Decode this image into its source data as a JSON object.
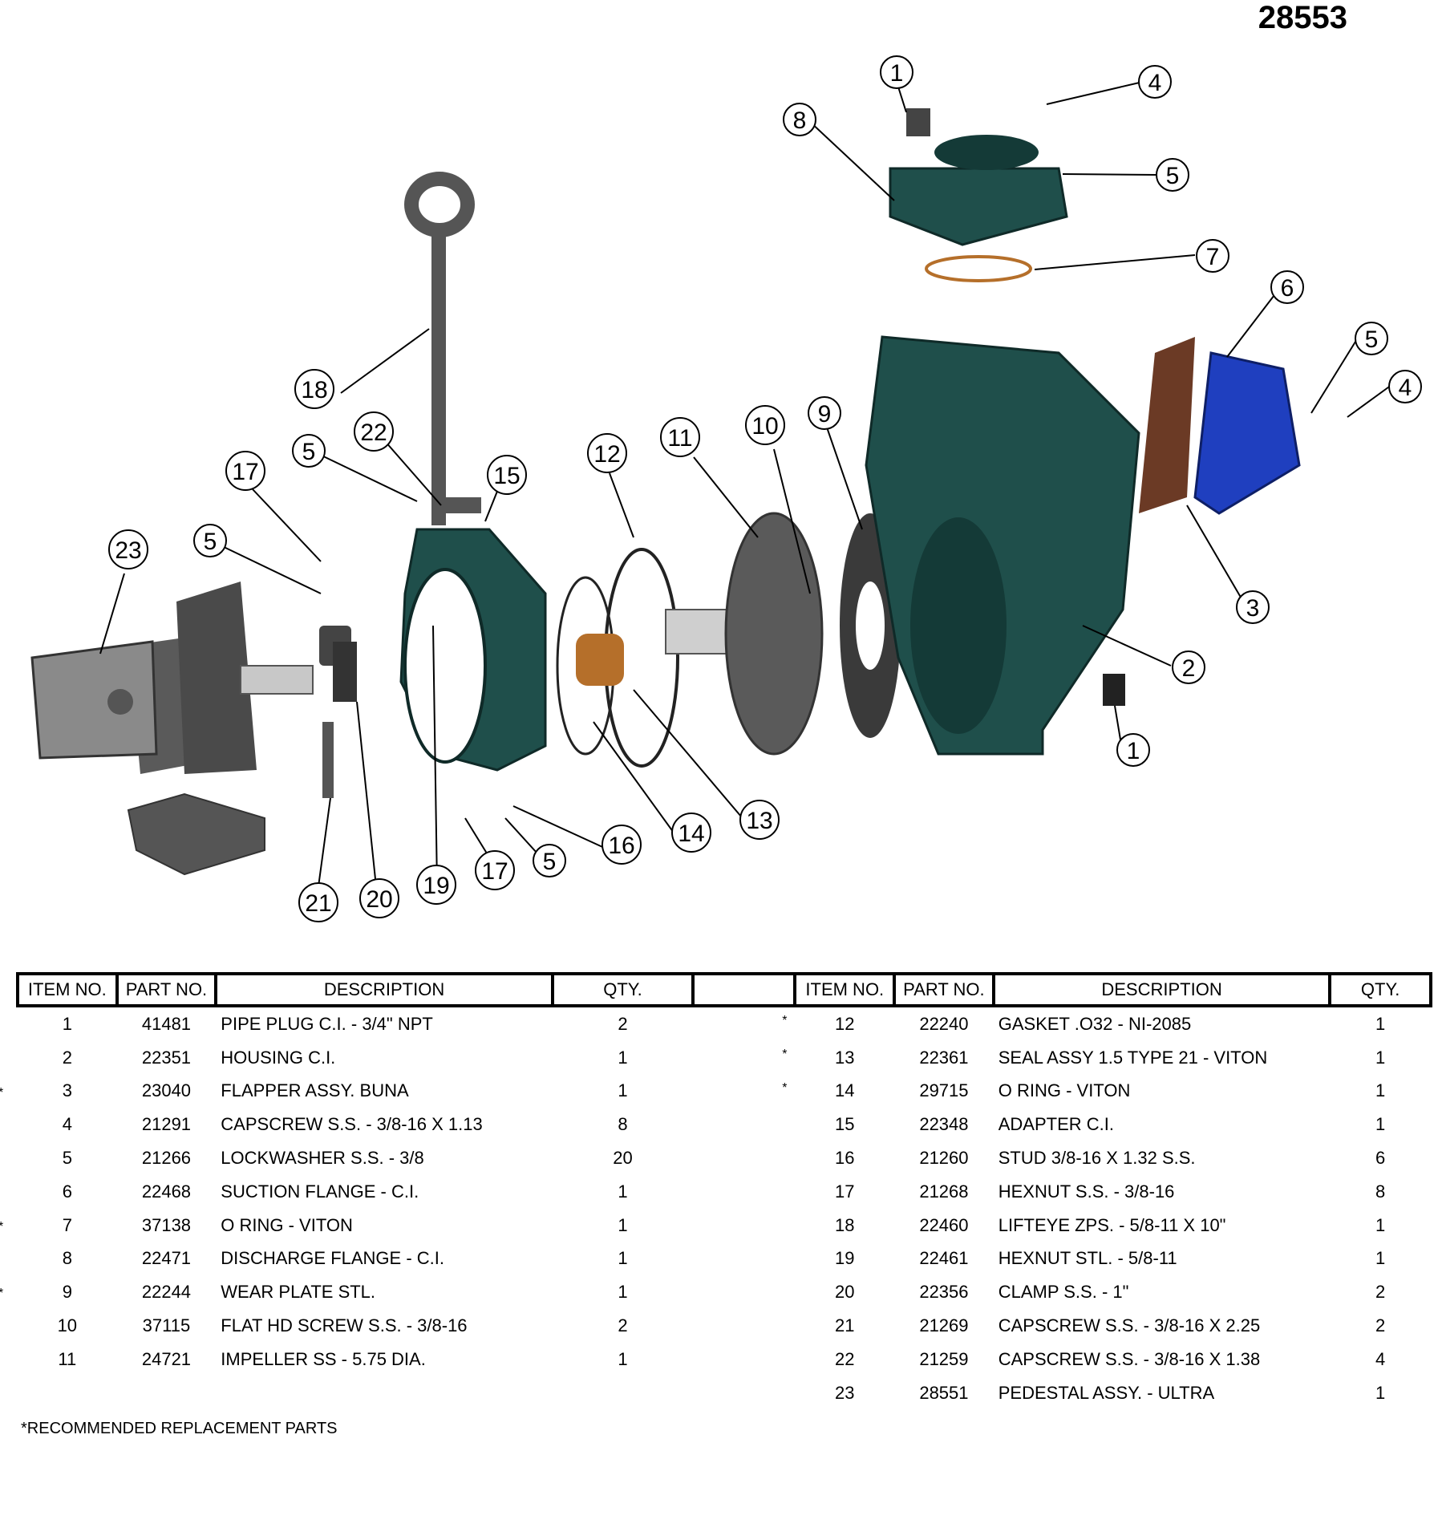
{
  "document": {
    "number": "28553"
  },
  "diagram": {
    "callouts": [
      "1",
      "2",
      "3",
      "4",
      "4",
      "5",
      "5",
      "5",
      "5",
      "5",
      "6",
      "7",
      "8",
      "9",
      "10",
      "11",
      "12",
      "13",
      "14",
      "15",
      "16",
      "17",
      "17",
      "18",
      "19",
      "20",
      "21",
      "22",
      "23",
      "1"
    ]
  },
  "table": {
    "headers": [
      "ITEM NO.",
      "PART NO.",
      "DESCRIPTION",
      "QTY.",
      "",
      "ITEM NO.",
      "PART NO.",
      "DESCRIPTION",
      "QTY."
    ],
    "left_rows": [
      {
        "star": "",
        "item": "1",
        "part": "41481",
        "desc": "PIPE PLUG C.I. - 3/4\" NPT",
        "qty": "2"
      },
      {
        "star": "",
        "item": "2",
        "part": "22351",
        "desc": "HOUSING C.I.",
        "qty": "1"
      },
      {
        "star": "*",
        "item": "3",
        "part": "23040",
        "desc": "FLAPPER ASSY. BUNA",
        "qty": "1"
      },
      {
        "star": "",
        "item": "4",
        "part": "21291",
        "desc": "CAPSCREW S.S. - 3/8-16 X 1.13",
        "qty": "8"
      },
      {
        "star": "",
        "item": "5",
        "part": "21266",
        "desc": "LOCKWASHER S.S. - 3/8",
        "qty": "20"
      },
      {
        "star": "",
        "item": "6",
        "part": "22468",
        "desc": "SUCTION FLANGE - C.I.",
        "qty": "1"
      },
      {
        "star": "*",
        "item": "7",
        "part": "37138",
        "desc": "O RING - VITON",
        "qty": "1"
      },
      {
        "star": "",
        "item": "8",
        "part": "22471",
        "desc": "DISCHARGE FLANGE - C.I.",
        "qty": "1"
      },
      {
        "star": "*",
        "item": "9",
        "part": "22244",
        "desc": "WEAR PLATE STL.",
        "qty": "1"
      },
      {
        "star": "",
        "item": "10",
        "part": "37115",
        "desc": "FLAT HD SCREW S.S. - 3/8-16",
        "qty": "2"
      },
      {
        "star": "",
        "item": "11",
        "part": "24721",
        "desc": "IMPELLER SS - 5.75 DIA.",
        "qty": "1"
      },
      {
        "star": "",
        "item": "",
        "part": "",
        "desc": "",
        "qty": ""
      }
    ],
    "right_rows": [
      {
        "star": "*",
        "item": "12",
        "part": "22240",
        "desc": "GASKET .O32 - NI-2085",
        "qty": "1"
      },
      {
        "star": "*",
        "item": "13",
        "part": "22361",
        "desc": "SEAL ASSY 1.5 TYPE 21 - VITON",
        "qty": "1"
      },
      {
        "star": "*",
        "item": "14",
        "part": "29715",
        "desc": "O RING - VITON",
        "qty": "1"
      },
      {
        "star": "",
        "item": "15",
        "part": "22348",
        "desc": "ADAPTER C.I.",
        "qty": "1"
      },
      {
        "star": "",
        "item": "16",
        "part": "21260",
        "desc": "STUD 3/8-16 X 1.32 S.S.",
        "qty": "6"
      },
      {
        "star": "",
        "item": "17",
        "part": "21268",
        "desc": "HEXNUT S.S. - 3/8-16",
        "qty": "8"
      },
      {
        "star": "",
        "item": "18",
        "part": "22460",
        "desc": "LIFTEYE ZPS. - 5/8-11 X 10\"",
        "qty": "1"
      },
      {
        "star": "",
        "item": "19",
        "part": "22461",
        "desc": "HEXNUT STL. - 5/8-11",
        "qty": "1"
      },
      {
        "star": "",
        "item": "20",
        "part": "22356",
        "desc": "CLAMP S.S. - 1\"",
        "qty": "2"
      },
      {
        "star": "",
        "item": "21",
        "part": "21269",
        "desc": "CAPSCREW S.S. - 3/8-16 X 2.25",
        "qty": "2"
      },
      {
        "star": "",
        "item": "22",
        "part": "21259",
        "desc": "CAPSCREW S.S. - 3/8-16 X 1.38",
        "qty": "4"
      },
      {
        "star": "",
        "item": "23",
        "part": "28551",
        "desc": "PEDESTAL ASSY. - ULTRA",
        "qty": "1"
      }
    ]
  },
  "footnote": "*RECOMMENDED REPLACEMENT PARTS",
  "colors": {
    "housing": "#1f4f4b",
    "flange_blue": "#1f3fbf",
    "pedestal": "#5a5a5a",
    "gasket": "#b56f2a"
  }
}
